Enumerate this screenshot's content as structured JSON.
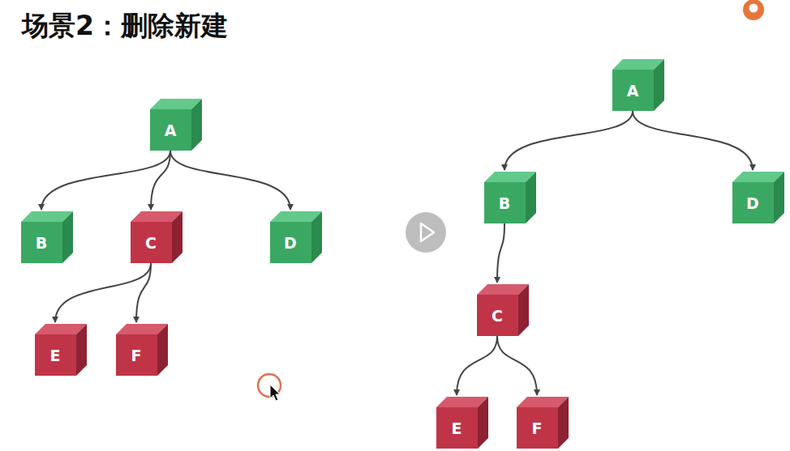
{
  "diagram": {
    "title": "场景2：删除新建",
    "nodes": [
      {
        "text": [
          "A"
        ]
      },
      {
        "text": [
          "B"
        ]
      },
      {
        "text": [
          "C"
        ]
      },
      {
        "text": [
          "D"
        ]
      },
      {
        "text": [
          "E"
        ]
      },
      {
        "text": [
          "F"
        ]
      },
      {
        "text": [
          "A"
        ]
      },
      {
        "text": [
          "B"
        ]
      },
      {
        "text": [
          "D"
        ]
      },
      {
        "text": [
          "C"
        ]
      },
      {
        "text": [
          "E"
        ]
      },
      {
        "text": [
          "F"
        ]
      }
    ],
    "edges": [
      {
        "from": 0,
        "to": 1,
        "arrow": "to"
      },
      {
        "from": 0,
        "to": 2,
        "arrow": "to"
      },
      {
        "from": 0,
        "to": 3,
        "arrow": "to"
      },
      {
        "from": 2,
        "to": 4,
        "arrow": "to"
      },
      {
        "from": 2,
        "to": 5,
        "arrow": "to"
      },
      {
        "from": 6,
        "to": 7,
        "arrow": "to"
      },
      {
        "from": 6,
        "to": 8,
        "arrow": "to"
      },
      {
        "from": 7,
        "to": 9,
        "arrow": "to"
      },
      {
        "from": 9,
        "to": 10,
        "arrow": "to"
      },
      {
        "from": 9,
        "to": 11,
        "arrow": "to"
      }
    ]
  }
}
